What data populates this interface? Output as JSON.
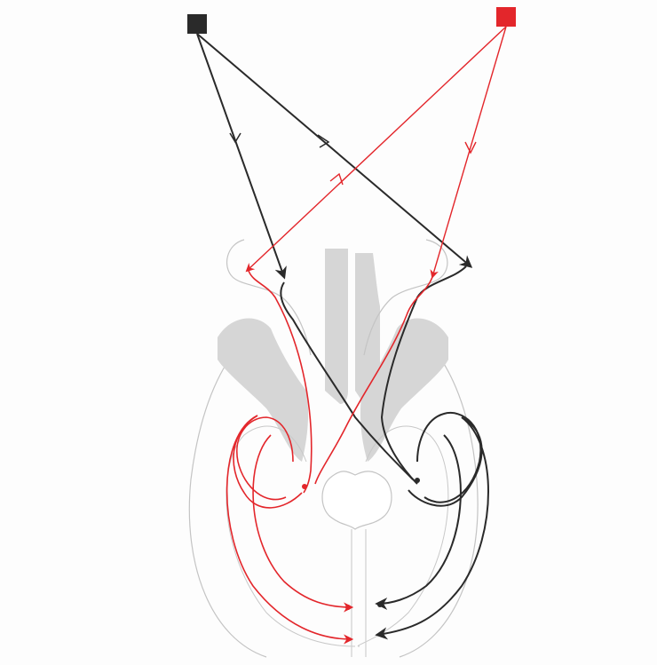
{
  "diagram": {
    "colors": {
      "left_stimulus": "#2a2a2a",
      "right_stimulus": "#e3262b",
      "tissue_fill": "#d6d6d6",
      "outline": "#b8b8b8",
      "background": "#fdfdfd"
    },
    "nodes": {
      "black_source": {
        "shape": "square",
        "color_key": "left_stimulus"
      },
      "red_source": {
        "shape": "square",
        "color_key": "right_stimulus"
      }
    },
    "icons": {
      "black_source": "square-black",
      "red_source": "square-red",
      "arrowhead": "chevron-arrow"
    }
  }
}
